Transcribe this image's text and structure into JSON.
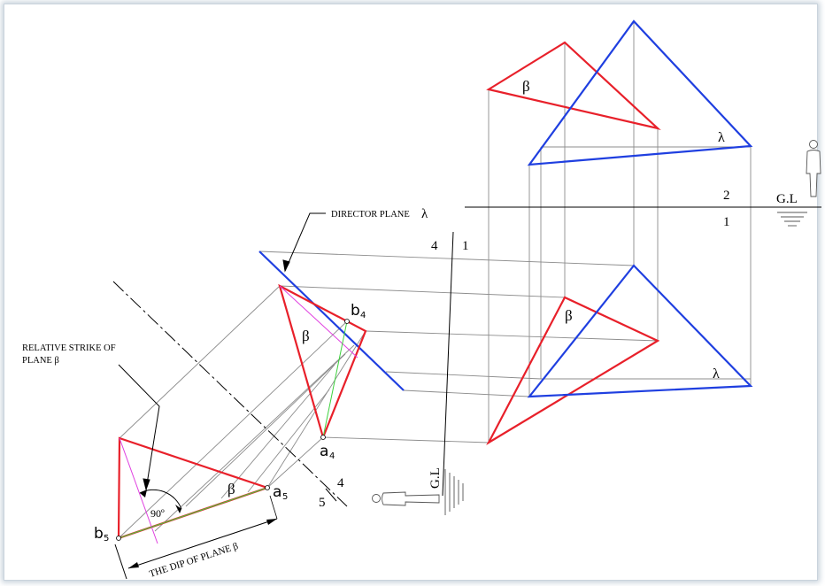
{
  "labels": {
    "director_plane": "DIRECTOR PLANE",
    "lambda": "λ",
    "beta": "β",
    "gl": "G.L",
    "n1": "1",
    "n2": "2",
    "n4": "4",
    "n5": "5",
    "strike_line1": "RELATIVE STRIKE OF",
    "strike_line2": "PLANE β",
    "b4": "b",
    "b4_sub": "4",
    "a4": "a",
    "a4_sub": "4",
    "a5": "a",
    "a5_sub": "5",
    "b5": "b",
    "b5_sub": "5",
    "angle": "90º",
    "dip": "THE DIP OF PLANE β"
  },
  "colors": {
    "plane_beta": "#e8202a",
    "plane_lambda": "#1f3fe0",
    "construction": "#8c8c8c",
    "strike_line": "#e040e0",
    "dip_line": "#3fd13f",
    "ink": "#000000"
  },
  "icons": {
    "observer_top": "standing-person-icon",
    "observer_side": "lying-person-icon",
    "ground_symbol": "ground-hatch-icon"
  }
}
